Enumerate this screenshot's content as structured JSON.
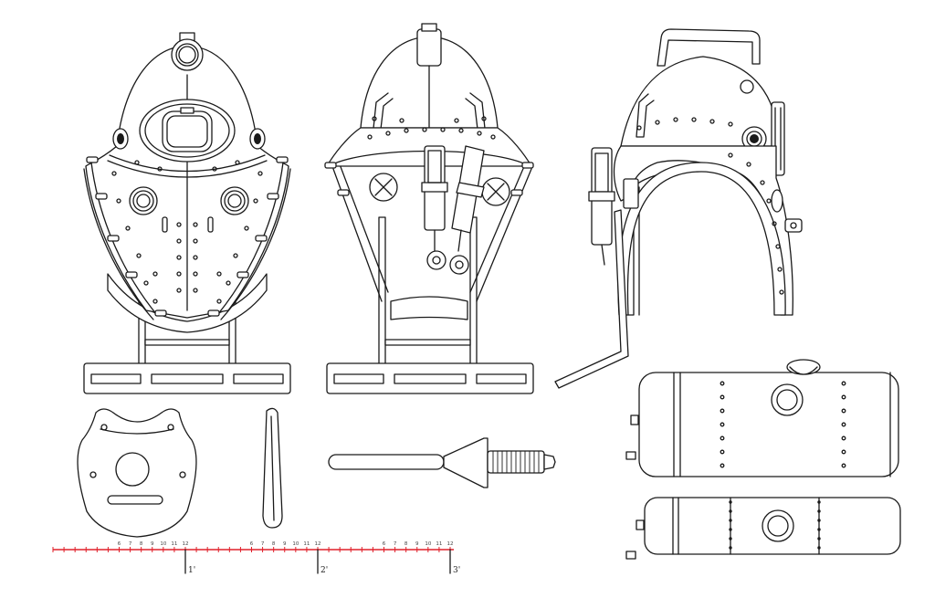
{
  "scale_bar": {
    "color": "#e0202a",
    "inch_labels": [
      "6",
      "7",
      "8",
      "9",
      "10",
      "11",
      "12"
    ],
    "foot_labels": [
      "1'",
      "2'",
      "3'"
    ]
  },
  "line_color": "#1a1a1a"
}
